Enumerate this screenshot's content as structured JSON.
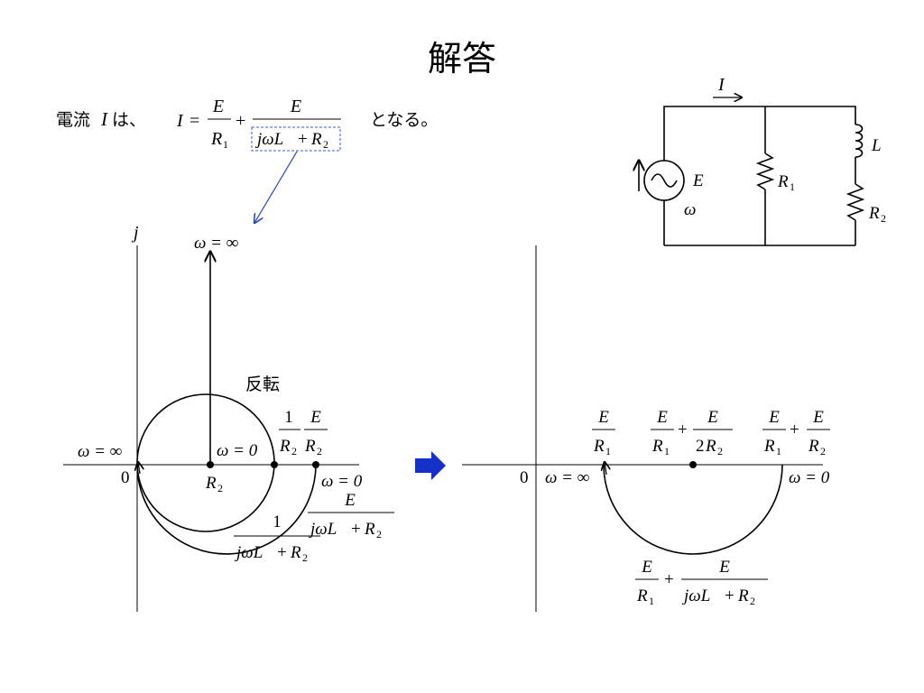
{
  "slide": {
    "title": "解答",
    "intro_prefix": "電流",
    "intro_var": "I",
    "intro_mid": "は、",
    "intro_suffix": "となる。",
    "flip_label": "反転"
  },
  "formula": {
    "lhs": "I",
    "eq": "=",
    "num": "E",
    "den1_var": "R",
    "den1_sub": "1",
    "plus": "+",
    "den2_pre": "jωL",
    "den2_plus": "+",
    "den2_var": "R",
    "den2_sub": "2"
  },
  "circuit": {
    "current": "I",
    "source": "E",
    "freq": "ω",
    "r1_var": "R",
    "r1_sub": "1",
    "l_label": "L",
    "r2_var": "R",
    "r2_sub": "2"
  },
  "left_plot": {
    "axis_j": "j",
    "omega_inf_top": "ω = ∞",
    "omega_inf_left": "ω = ∞",
    "zero": "0",
    "omega_zero_center": "ω = 0",
    "omega_zero_right": "ω = 0",
    "center_var": "R",
    "center_sub": "2",
    "tick1_num": "1",
    "tick1_den_var": "R",
    "tick1_den_sub": "2",
    "tick2_num": "E",
    "tick2_den_var": "R",
    "tick2_den_sub": "2",
    "inner_num": "1",
    "inner_den_pre": "jωL",
    "inner_den_plus": "+",
    "inner_den_var": "R",
    "inner_den_sub": "2",
    "outer_num": "E",
    "outer_den_pre": "jωL",
    "outer_den_plus": "+",
    "outer_den_var": "R",
    "outer_den_sub": "2"
  },
  "right_plot": {
    "zero": "0",
    "omega_inf": "ω = ∞",
    "omega_zero": "ω = 0",
    "a_num": "E",
    "a_den_var": "R",
    "a_den_sub": "1",
    "b1_num": "E",
    "b1_den_var": "R",
    "b1_den_sub": "1",
    "b_plus": "+",
    "b2_num": "E",
    "b2_den_pre": "2",
    "b2_den_var": "R",
    "b2_den_sub": "2",
    "c1_num": "E",
    "c1_den_var": "R",
    "c1_den_sub": "1",
    "c_plus": "+",
    "c2_num": "E",
    "c2_den_var": "R",
    "c2_den_sub": "2",
    "d1_num": "E",
    "d1_den_var": "R",
    "d1_den_sub": "1",
    "d_plus": "+",
    "d2_num": "E",
    "d2_den_pre": "jωL",
    "d2_den_plus": "+",
    "d2_den_var": "R",
    "d2_den_sub": "2"
  },
  "colors": {
    "ink": "#000000",
    "pointer": "#1f3fd6",
    "arrow_fill": "#1432c8",
    "dashed_box": "#3b5bd6"
  }
}
